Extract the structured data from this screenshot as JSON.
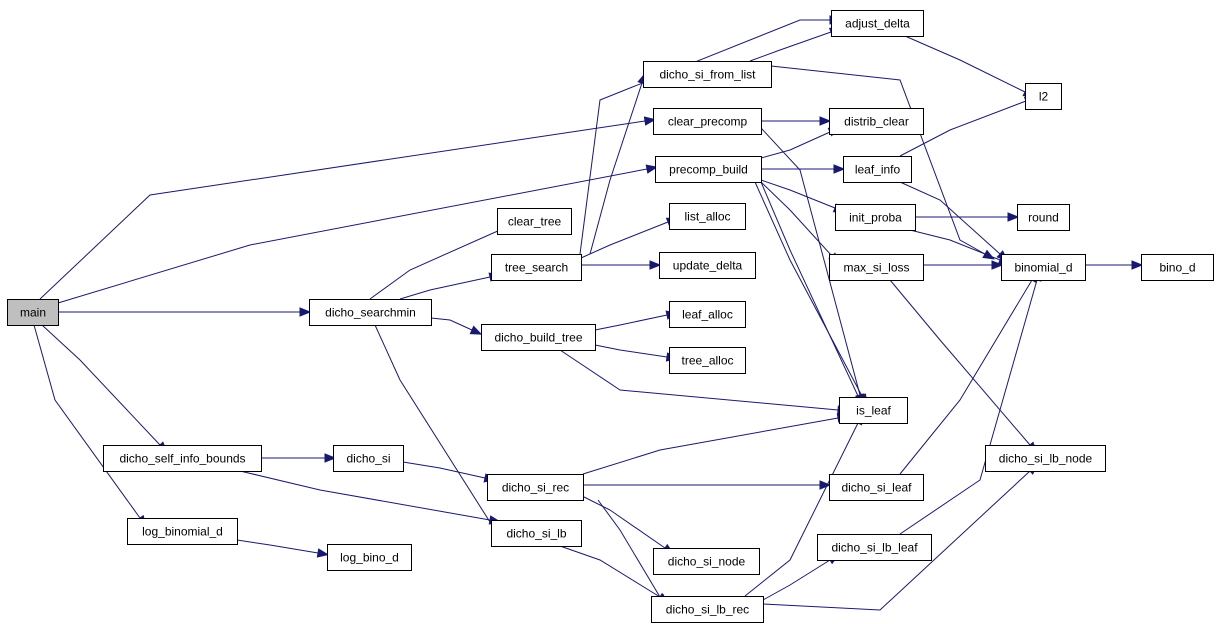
{
  "graph": {
    "nodes": {
      "main": "main",
      "dicho_searchmin": "dicho_searchmin",
      "clear_tree": "clear_tree",
      "tree_search": "tree_search",
      "dicho_build_tree": "dicho_build_tree",
      "dicho_si_from_list": "dicho_si_from_list",
      "clear_precomp": "clear_precomp",
      "precomp_build": "precomp_build",
      "adjust_delta": "adjust_delta",
      "l2": "l2",
      "distrib_clear": "distrib_clear",
      "leaf_info": "leaf_info",
      "init_proba": "init_proba",
      "round": "round",
      "list_alloc": "list_alloc",
      "update_delta": "update_delta",
      "max_si_loss": "max_si_loss",
      "binomial_d": "binomial_d",
      "bino_d": "bino_d",
      "leaf_alloc": "leaf_alloc",
      "tree_alloc": "tree_alloc",
      "is_leaf": "is_leaf",
      "dicho_self_info_bounds": "dicho_self_info_bounds",
      "dicho_si": "dicho_si",
      "dicho_si_rec": "dicho_si_rec",
      "dicho_si_leaf": "dicho_si_leaf",
      "dicho_si_lb_node": "dicho_si_lb_node",
      "log_binomial_d": "log_binomial_d",
      "log_bino_d": "log_bino_d",
      "dicho_si_lb": "dicho_si_lb",
      "dicho_si_node": "dicho_si_node",
      "dicho_si_lb_leaf": "dicho_si_lb_leaf",
      "dicho_si_lb_rec": "dicho_si_lb_rec"
    },
    "root": "main",
    "colors": {
      "edge": "#191970",
      "node_border": "#000000",
      "root_fill": "#bfbfbf",
      "node_fill": "#ffffff"
    }
  }
}
